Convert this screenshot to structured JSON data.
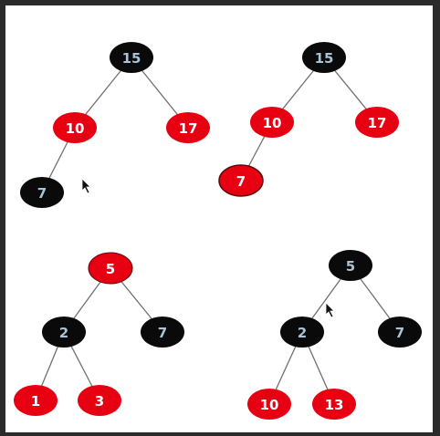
{
  "colors": {
    "black_node": "#0a0a0a",
    "red_node": "#e60012",
    "black_label": "#a9c4d6",
    "red_label": "#ffffff",
    "edge": "#6f6f6f"
  },
  "trees": [
    {
      "nodes": [
        {
          "id": "t1n15",
          "label": "15",
          "color": "black"
        },
        {
          "id": "t1n10",
          "label": "10",
          "color": "red"
        },
        {
          "id": "t1n17",
          "label": "17",
          "color": "red"
        },
        {
          "id": "t1n7",
          "label": "7",
          "color": "black"
        }
      ],
      "edges": [
        [
          "t1n15",
          "t1n10"
        ],
        [
          "t1n15",
          "t1n17"
        ],
        [
          "t1n10",
          "t1n7"
        ]
      ]
    },
    {
      "nodes": [
        {
          "id": "t2n15",
          "label": "15",
          "color": "black"
        },
        {
          "id": "t2n10",
          "label": "10",
          "color": "red"
        },
        {
          "id": "t2n17",
          "label": "17",
          "color": "red"
        },
        {
          "id": "t2n7",
          "label": "7",
          "color": "red"
        }
      ],
      "edges": [
        [
          "t2n15",
          "t2n10"
        ],
        [
          "t2n15",
          "t2n17"
        ],
        [
          "t2n10",
          "t2n7"
        ]
      ]
    },
    {
      "nodes": [
        {
          "id": "t3n5",
          "label": "5",
          "color": "red"
        },
        {
          "id": "t3n2",
          "label": "2",
          "color": "black"
        },
        {
          "id": "t3n7",
          "label": "7",
          "color": "black"
        },
        {
          "id": "t3n1",
          "label": "1",
          "color": "red"
        },
        {
          "id": "t3n3",
          "label": "3",
          "color": "red"
        }
      ],
      "edges": [
        [
          "t3n5",
          "t3n2"
        ],
        [
          "t3n5",
          "t3n7"
        ],
        [
          "t3n2",
          "t3n1"
        ],
        [
          "t3n2",
          "t3n3"
        ]
      ]
    },
    {
      "nodes": [
        {
          "id": "t4n5",
          "label": "5",
          "color": "black"
        },
        {
          "id": "t4n2",
          "label": "2",
          "color": "black"
        },
        {
          "id": "t4n7",
          "label": "7",
          "color": "black"
        },
        {
          "id": "t4n10",
          "label": "10",
          "color": "red"
        },
        {
          "id": "t4n13",
          "label": "13",
          "color": "red"
        }
      ],
      "edges": [
        [
          "t4n5",
          "t4n2"
        ],
        [
          "t4n5",
          "t4n7"
        ],
        [
          "t4n2",
          "t4n10"
        ],
        [
          "t4n2",
          "t4n13"
        ]
      ]
    }
  ]
}
